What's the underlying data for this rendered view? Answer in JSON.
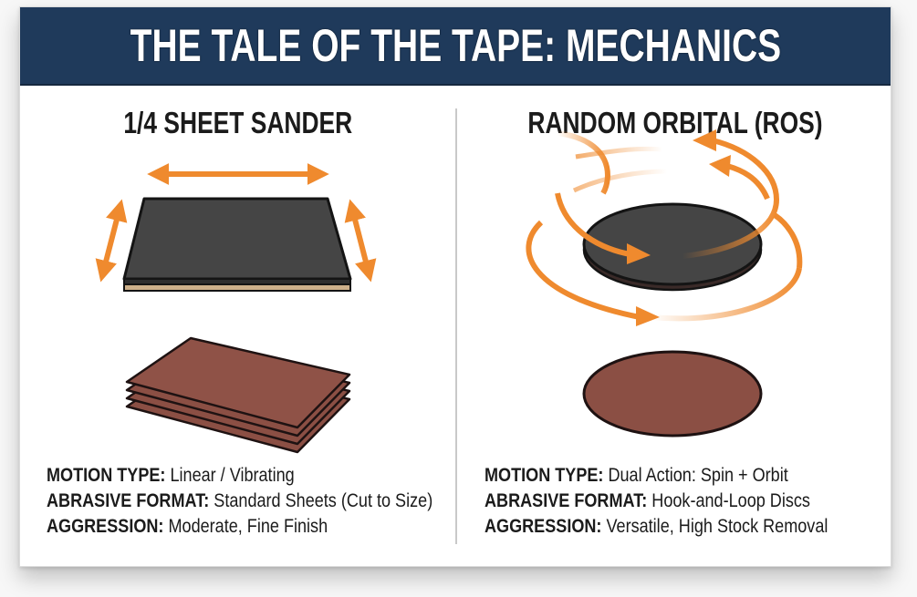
{
  "header": {
    "title": "THE TALE OF THE TAPE: MECHANICS"
  },
  "colors": {
    "header_bg": "#1f3a5b",
    "accent_arrow": "#ef8a2e",
    "pad_dark": "#454545",
    "pad_edge": "#1a1a1a",
    "pad_base_tan": "#cdb08a",
    "sandpaper": "#8b4f44",
    "text": "#1b1b1b"
  },
  "panels": [
    {
      "title": "1/4 SHEET SANDER",
      "pad_icon": "rectangular-pad",
      "motion_icon": "linear-vibration-arrows",
      "abrasive_icon": "stacked-sheets",
      "specs": [
        {
          "label": "MOTION TYPE:",
          "value": "Linear / Vibrating"
        },
        {
          "label": "ABRASIVE FORMAT:",
          "value": "Standard Sheets (Cut to Size)"
        },
        {
          "label": "AGGRESSION:",
          "value": "Moderate, Fine Finish"
        }
      ]
    },
    {
      "title": "RANDOM ORBITAL (ROS)",
      "pad_icon": "round-pad",
      "motion_icon": "orbital-spin-arrows",
      "abrasive_icon": "round-disc",
      "specs": [
        {
          "label": "MOTION TYPE:",
          "value": "Dual Action: Spin + Orbit"
        },
        {
          "label": "ABRASIVE FORMAT:",
          "value": "Hook-and-Loop Discs"
        },
        {
          "label": "AGGRESSION:",
          "value": "Versatile, High Stock Removal"
        }
      ]
    }
  ]
}
